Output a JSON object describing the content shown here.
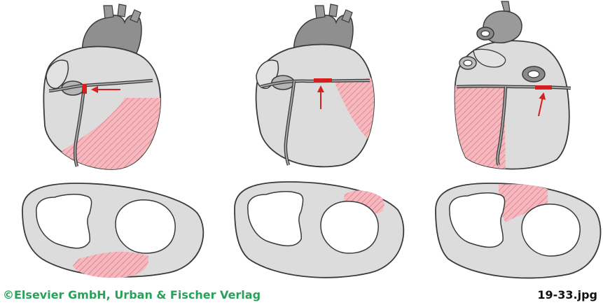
{
  "caption": {
    "copyright": "©Elsevier GmbH, Urban & Fischer Verlag",
    "filename": "19-33.jpg"
  },
  "colors": {
    "heart_fill": "#dcdcdc",
    "outline": "#3a3a3a",
    "vessel": "#8f8f8f",
    "vessel_light": "#c4c4c4",
    "infarct_fill": "#f4b8be",
    "infarct_hatch": "#e07a84",
    "occlusion": "#d62020",
    "copyright_text": "#2aa05a"
  },
  "panels": [
    {
      "id": "left",
      "occlusion_marker": "red-arrow",
      "infarct_region": "apex-inferior"
    },
    {
      "id": "middle",
      "occlusion_marker": "red-arrow",
      "infarct_region": "lateral"
    },
    {
      "id": "right",
      "occlusion_marker": "red-arrow",
      "infarct_region": "posterior"
    }
  ]
}
